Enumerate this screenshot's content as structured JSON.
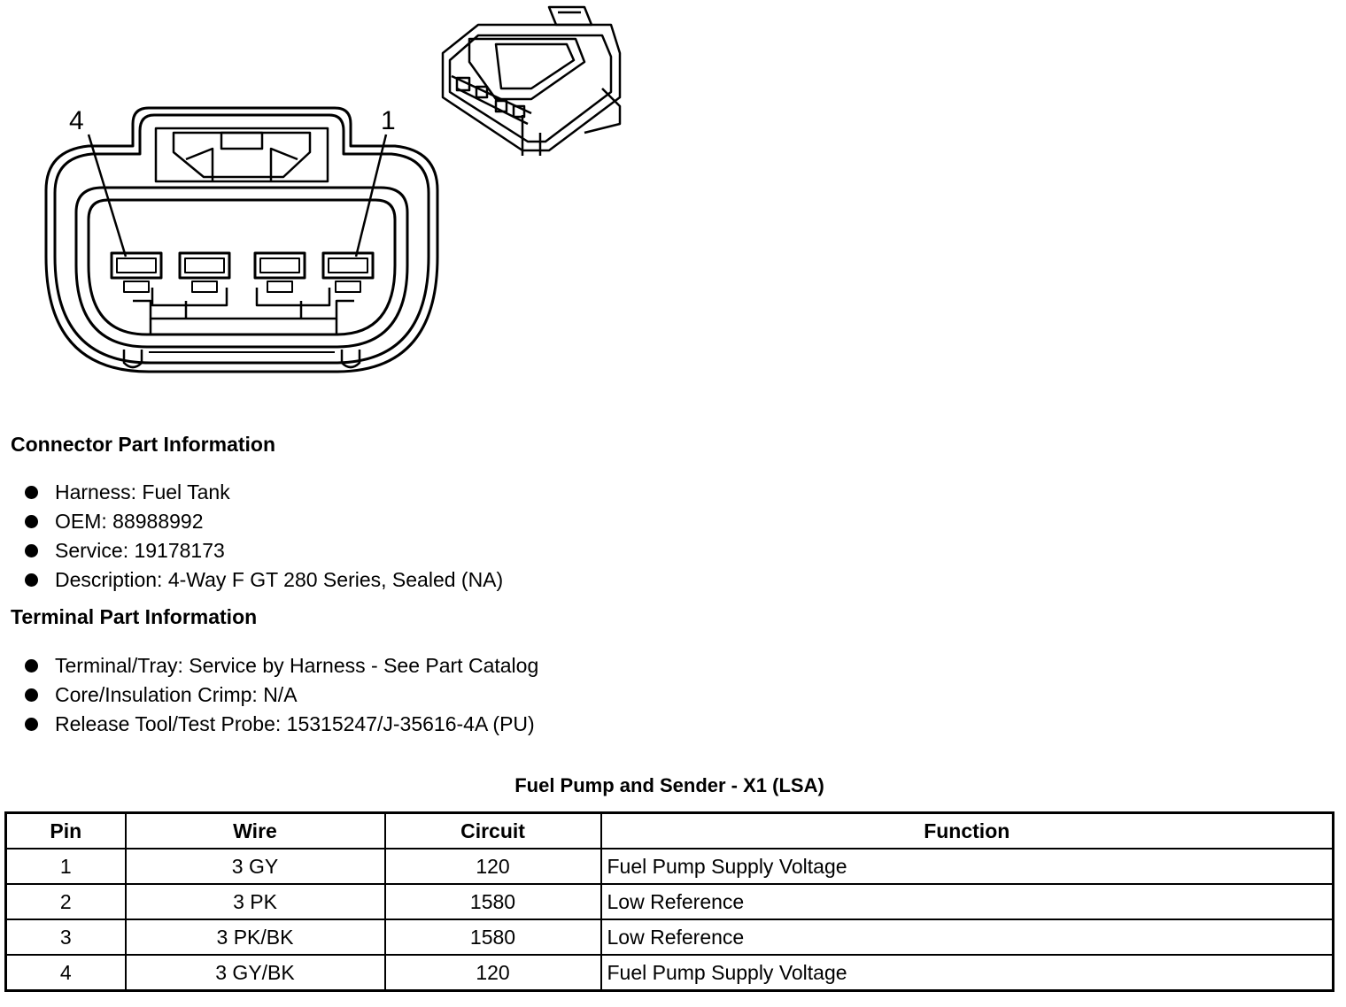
{
  "connector_drawing": {
    "pin_callouts": [
      "4",
      "1"
    ]
  },
  "connector_info": {
    "heading": "Connector Part Information",
    "items": [
      "Harness: Fuel Tank",
      "OEM: 88988992",
      "Service: 19178173",
      "Description: 4-Way F GT 280 Series, Sealed (NA)"
    ]
  },
  "terminal_info": {
    "heading": "Terminal Part Information",
    "items": [
      "Terminal/Tray: Service by Harness - See Part Catalog",
      "Core/Insulation Crimp: N/A",
      "Release Tool/Test Probe: 15315247/J-35616-4A (PU)"
    ]
  },
  "pinout": {
    "title": "Fuel Pump and Sender - X1 (LSA)",
    "headers": [
      "Pin",
      "Wire",
      "Circuit",
      "Function"
    ],
    "rows": [
      [
        "1",
        "3 GY",
        "120",
        "Fuel Pump Supply Voltage"
      ],
      [
        "2",
        "3 PK",
        "1580",
        "Low Reference"
      ],
      [
        "3",
        "3 PK/BK",
        "1580",
        "Low Reference"
      ],
      [
        "4",
        "3 GY/BK",
        "120",
        "Fuel Pump Supply Voltage"
      ]
    ]
  }
}
